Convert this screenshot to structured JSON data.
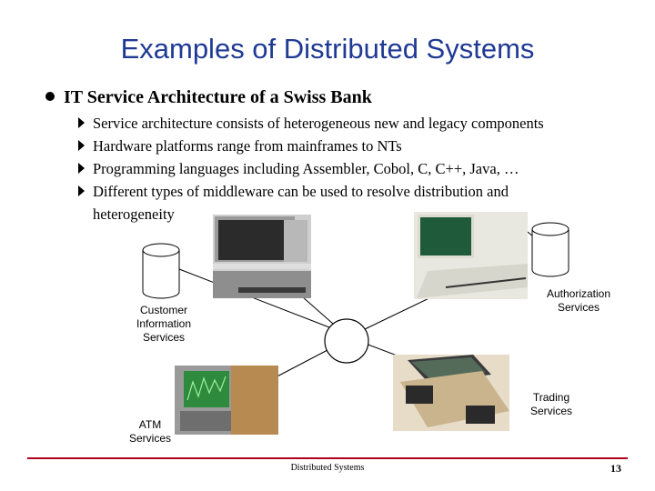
{
  "title": "Examples of Distributed Systems",
  "main_bullet": "IT Service Architecture of a Swiss Bank",
  "sub_bullets": [
    "Service architecture consists of heterogeneous new and legacy components",
    "Hardware platforms range from mainframes to NTs",
    "Programming languages including Assembler, Cobol, C, C++, Java, …",
    "Different types of middleware can be used to resolve distribution and"
  ],
  "sub_bullet_continuation": "heterogeneity",
  "diagram": {
    "customer_label": "Customer\nInformation\nServices",
    "authorization_label": "Authorization\nServices",
    "trading_label": "Trading\nServices",
    "atm_label": "ATM\nServices"
  },
  "footer": {
    "text": "Distributed Systems",
    "page": "13"
  },
  "colors": {
    "title": "#1f3a93",
    "footer_rule": "#b00020"
  }
}
